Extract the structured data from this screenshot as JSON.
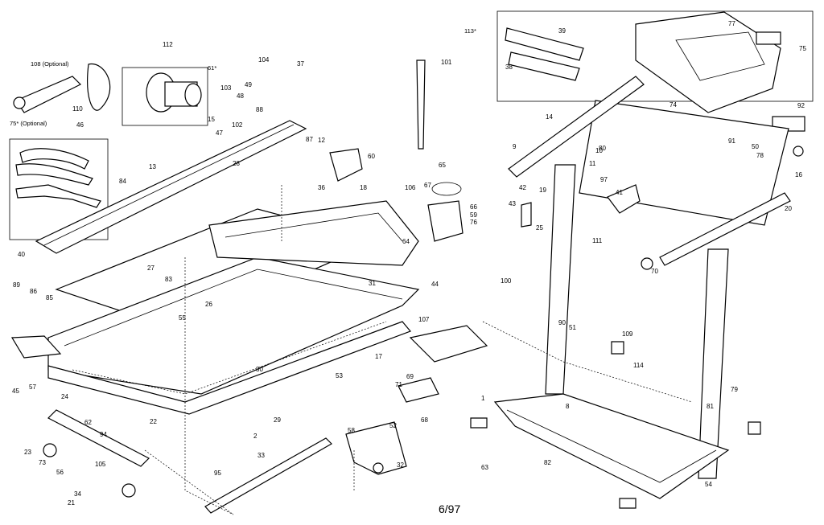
{
  "diagram": {
    "date_mark": "6/97",
    "notes": {
      "optional_108": "108 (Optional)",
      "optional_75": "75* (Optional)",
      "star_113": "113*",
      "star_61": "61*"
    },
    "labels": [
      "112",
      "104",
      "37",
      "101",
      "39",
      "38",
      "77",
      "75",
      "84",
      "46",
      "103",
      "49",
      "48",
      "88",
      "102",
      "15",
      "47",
      "13",
      "28",
      "87",
      "12",
      "60",
      "18",
      "36",
      "106",
      "67",
      "65",
      "66",
      "59",
      "76",
      "80",
      "9",
      "14",
      "74",
      "92",
      "91",
      "50",
      "16",
      "78",
      "10",
      "11",
      "97",
      "41",
      "42",
      "43",
      "25",
      "19",
      "20",
      "111",
      "95",
      "34",
      "33",
      "55",
      "26",
      "83",
      "30",
      "62",
      "53",
      "31",
      "100",
      "107",
      "64",
      "110",
      "40",
      "89",
      "86",
      "85",
      "27",
      "45",
      "57",
      "22",
      "29",
      "17",
      "71",
      "68",
      "69",
      "1",
      "24",
      "23",
      "56",
      "73",
      "105",
      "94",
      "21",
      "52",
      "32",
      "58",
      "63",
      "44",
      "51",
      "109",
      "114",
      "81",
      "79",
      "82",
      "70",
      "54",
      "2",
      "8",
      "90"
    ]
  }
}
